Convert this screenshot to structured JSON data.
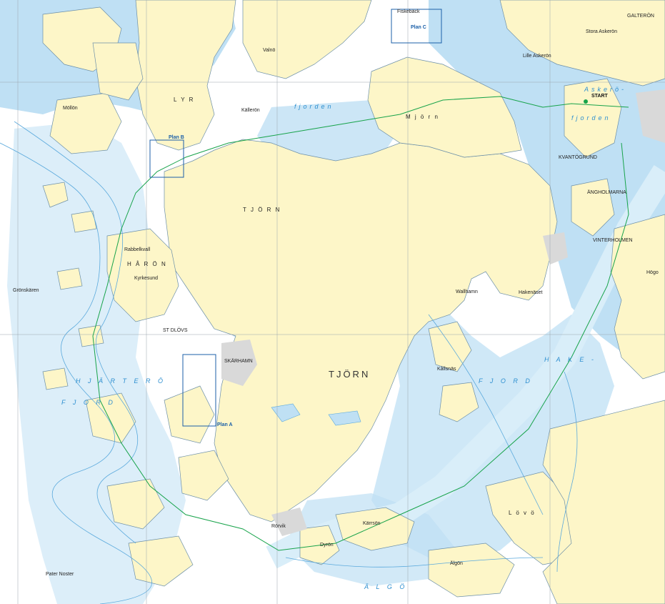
{
  "colors": {
    "deep_water": "#ffffff",
    "shallow_water": "#bfe0f4",
    "mid_water": "#d9eef9",
    "land": "#fdf6c8",
    "built_up": "#d9d9d9",
    "depth_contour": "#5aa9dc",
    "route": "#17a34a",
    "plan_box": "#1b5fa8"
  },
  "islands": {
    "tjorn_large": "TJÖRN",
    "tjorn_small": "T J Ö R N",
    "orust": "M j ö r n",
    "lyr": "L Y R",
    "haron": "H Å R Ö N",
    "stora_askeron": "Stora Askerön",
    "lille_askeron": "Lille Askerön",
    "lovo": "L ö v ö",
    "algon": "Älgön",
    "hogo": "Högo",
    "valno": "Valnö",
    "mollon": "Möllön",
    "kalleron": "Källerön"
  },
  "places": {
    "gronskaren": "Grönskären",
    "pater_noster": "Pater Noster",
    "skarhamn": "SKÄRHAMN",
    "stolovs": "ST DLÖVS",
    "rabbelkvall": "Rabbelkvall",
    "rorvik": "Rörvik",
    "kyrkesund": "Kyrkesund",
    "dyrön": "Dyrön",
    "vinterholmen": "VINTERHOLMEN",
    "kvarnudden": "KVANTÖGRUND",
    "hakenaset": "Hakenäset",
    "wallhamn": "Wallhamn",
    "tjorn_kerstens": "Kärrsön",
    "galteron": "GALTERÖN",
    "stenungsund": "ÄNGHOLMARNA",
    "fiskebäck": "Fiskebäck",
    "kallsnas": "Kållsnäs"
  },
  "waters": {
    "hjarteron_fjord_1": "H J Ä R T E R Ö",
    "hjarteron_fjord_2": "F J O R D",
    "hake_fjord_1": "H A K E -",
    "hake_fjord_2": "F J O R D",
    "askeron_fjord_1": "Askerö-",
    "askeron_fjord_2": "fjorden",
    "alggo": "Ä L G Ö",
    "nordre_fjord": "fjorden"
  },
  "markers": {
    "start": "START",
    "plan_a": "Plan A",
    "plan_b": "Plan B",
    "plan_c": "Plan C"
  }
}
